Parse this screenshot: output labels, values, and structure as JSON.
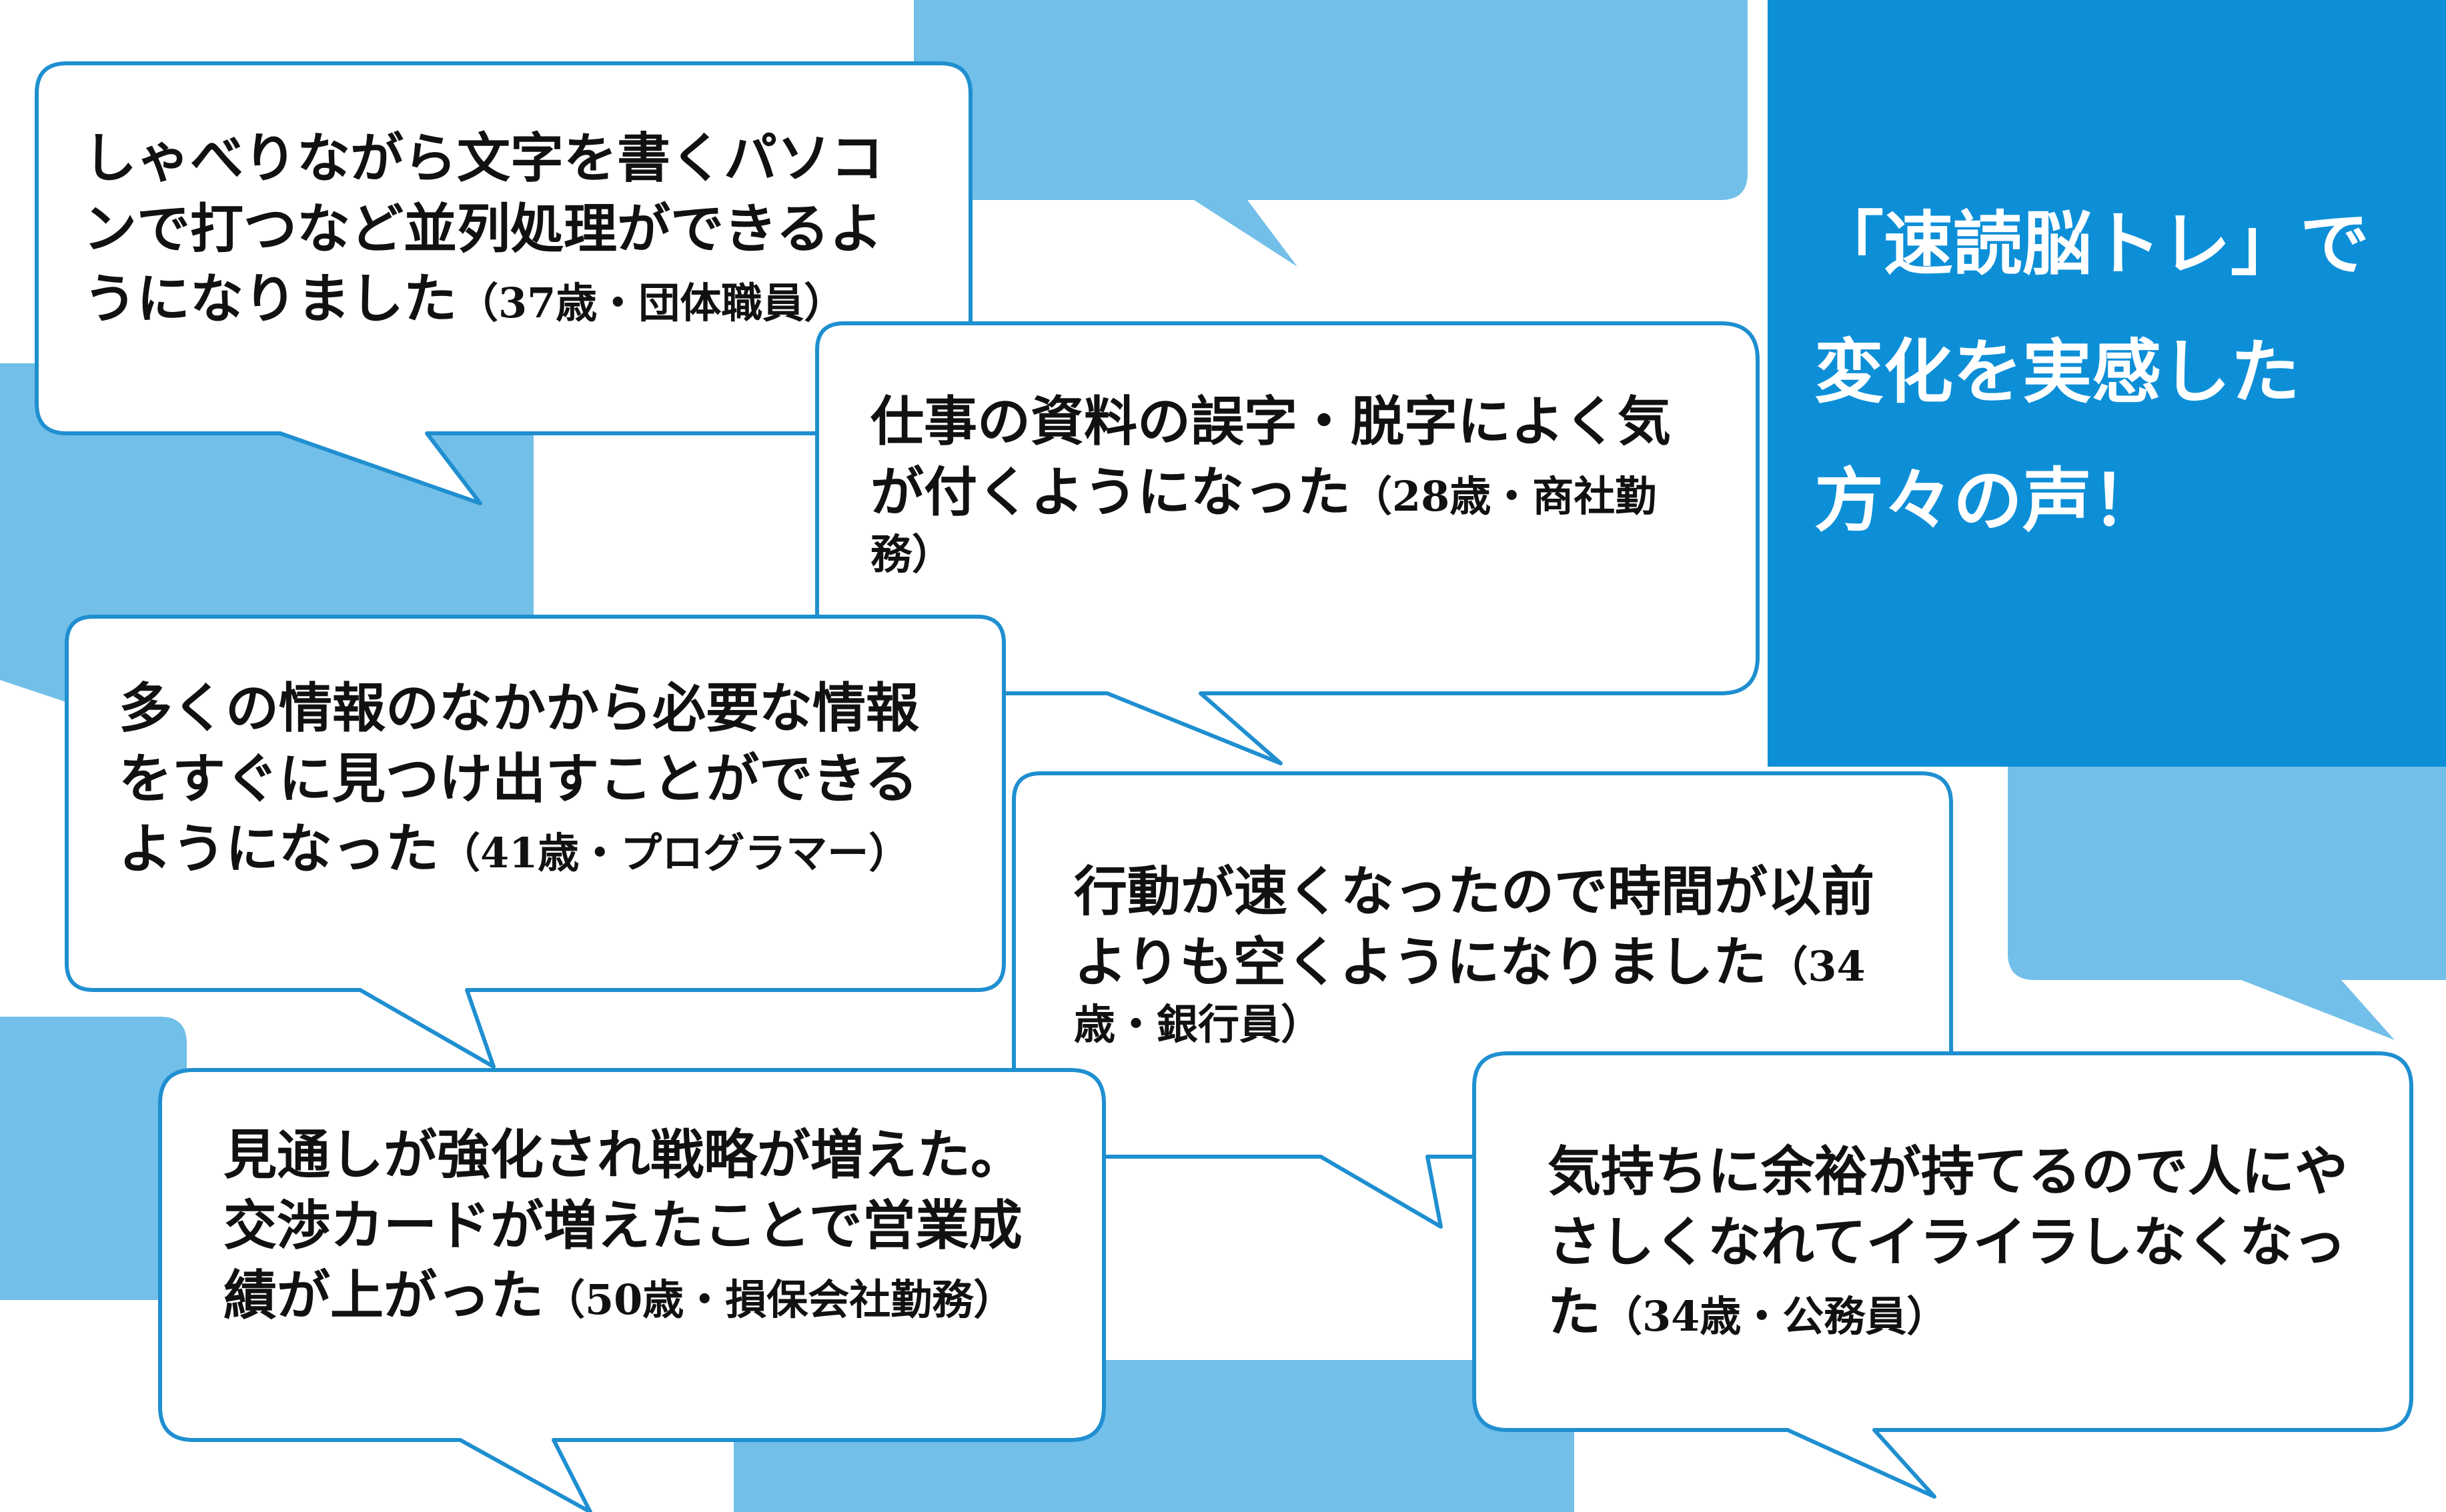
{
  "colors": {
    "light_blue": "#72bfe9",
    "dark_blue": "#0d8fd8",
    "bubble_border": "#1f8fd0",
    "bubble_fill": "#ffffff",
    "text": "#111111",
    "title_text": "#ffffff"
  },
  "title": {
    "lines": [
      "「速読脳トレ」で",
      "変化を実感した",
      "方々の声！"
    ]
  },
  "quotes": [
    {
      "body": "しゃべりながら文字を書くパソコンで打つなど並列処理ができるようになりました",
      "attribution": "（37歳・団体職員）"
    },
    {
      "body": "仕事の資料の誤字・脱字によく気が付くようになった",
      "attribution": "（28歳・商社勤務）"
    },
    {
      "body": "多くの情報のなかから必要な情報をすぐに見つけ出すことができるようになった",
      "attribution": "（41歳・プログラマー）"
    },
    {
      "body": "行動が速くなったので時間が以前よりも空くようになりました",
      "attribution": "（34歳・銀行員）"
    },
    {
      "body": "見通しが強化され戦略が増えた。交渉カードが増えたことで営業成績が上がった",
      "attribution": "（50歳・損保会社勤務）"
    },
    {
      "body": "気持ちに余裕が持てるので人にやさしくなれてイライラしなくなった",
      "attribution": "（34歳・公務員）"
    }
  ]
}
